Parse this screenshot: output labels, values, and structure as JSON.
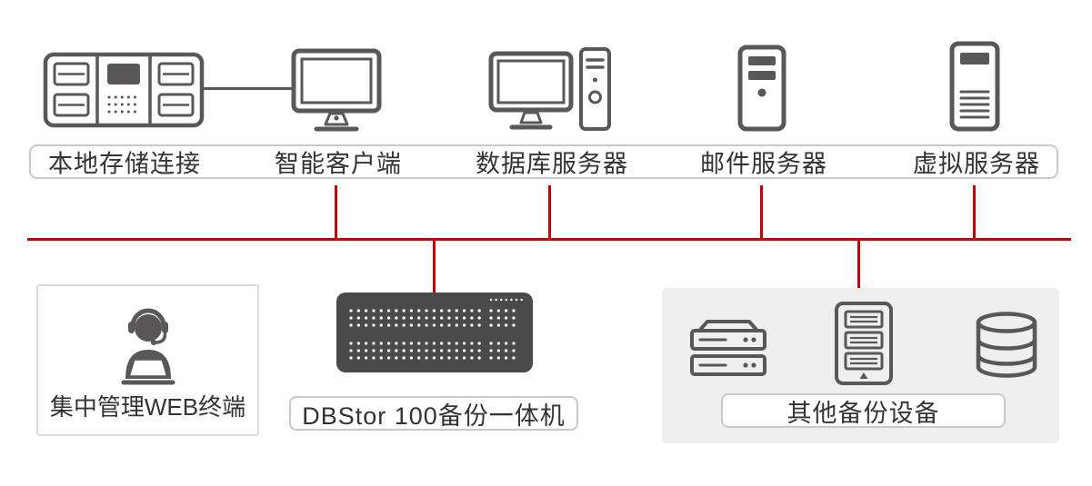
{
  "colors": {
    "accent_red": "#c7000b",
    "icon_gray": "#595757",
    "border_gray": "#c9c9c9",
    "panel_gray": "#efefef",
    "appliance_dark": "#4a4a4a",
    "text": "#333333"
  },
  "top_row": {
    "items": [
      {
        "label": "本地存储连接",
        "icon": "storage-array-icon"
      },
      {
        "label": "智能客户端",
        "icon": "desktop-client-icon"
      },
      {
        "label": "数据库服务器",
        "icon": "database-server-icon"
      },
      {
        "label": "邮件服务器",
        "icon": "mail-server-icon"
      },
      {
        "label": "虚拟服务器",
        "icon": "virtual-server-icon"
      }
    ]
  },
  "bottom_row": {
    "web_terminal": {
      "label": "集中管理WEB终端",
      "icon": "support-agent-icon"
    },
    "dbstor": {
      "label": "DBStor 100备份一体机",
      "icon": "backup-appliance-icon"
    },
    "other_devices": {
      "label": "其他备份设备",
      "icons": [
        "rack-servers-icon",
        "server-cabinet-icon",
        "database-icon"
      ]
    }
  }
}
